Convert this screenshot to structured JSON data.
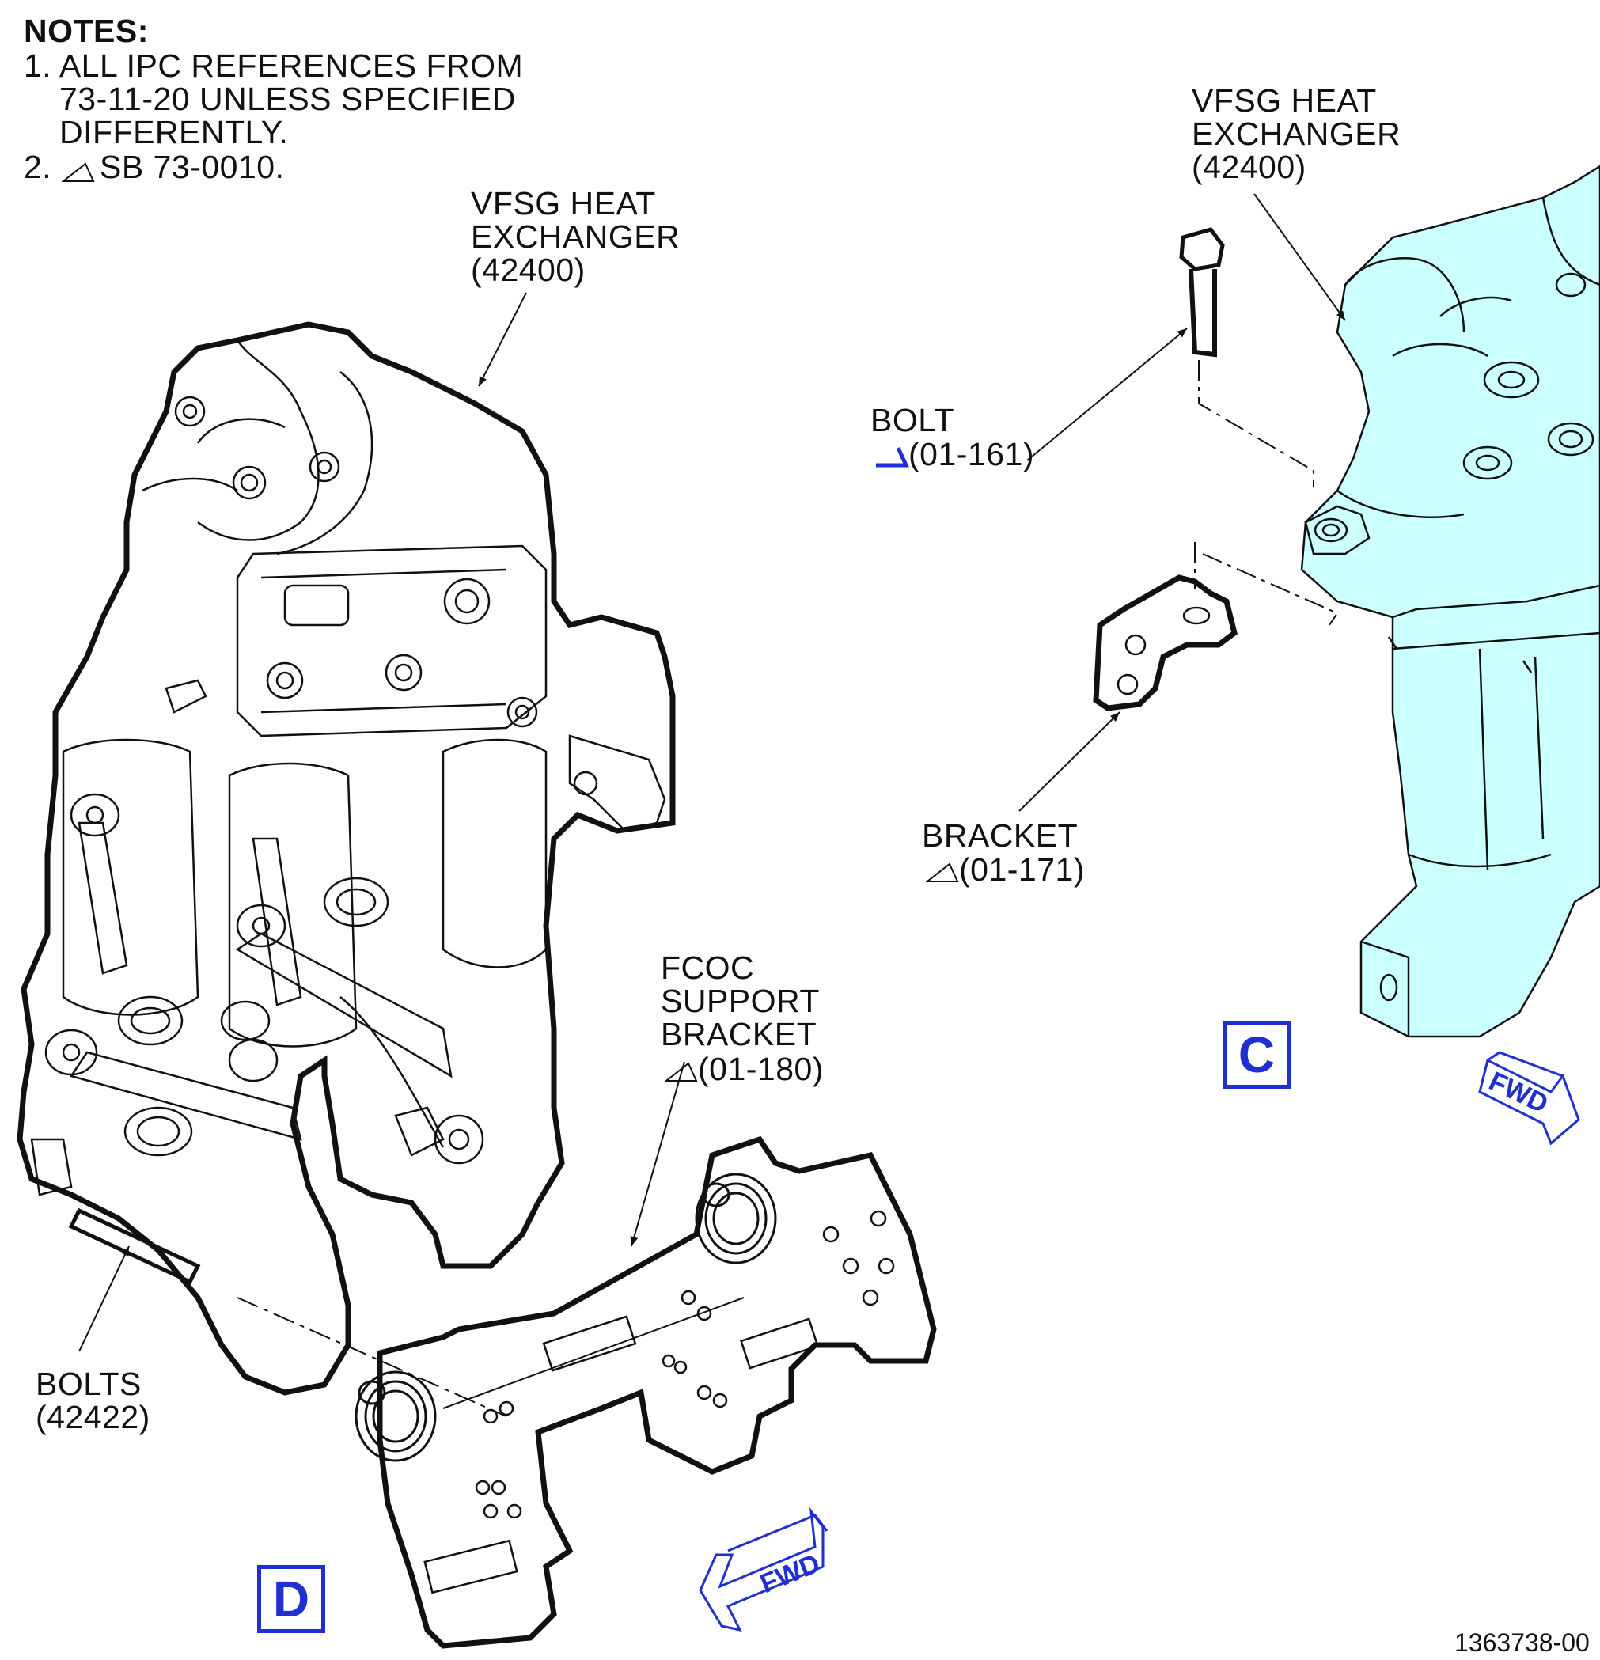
{
  "notes": {
    "heading": "NOTES:",
    "line1": "1. ALL IPC REFERENCES FROM",
    "line2": "73-11-20 UNLESS SPECIFIED",
    "line3": "DIFFERENTLY.",
    "line4_num": "2.",
    "line4_text": "SB 73-0010."
  },
  "view_d": {
    "heat_exchanger": {
      "line1": "VFSG HEAT",
      "line2": "EXCHANGER",
      "line3": "(42400)"
    },
    "bolts": {
      "line1": "BOLTS",
      "line2": "(42422)"
    },
    "fcoc": {
      "line1": "FCOC",
      "line2": "SUPPORT",
      "line3": "BRACKET",
      "line4": "(01-180)"
    },
    "view_letter": "D",
    "fwd": "FWD"
  },
  "view_c": {
    "heat_exchanger": {
      "line1": "VFSG HEAT",
      "line2": "EXCHANGER",
      "line3": "(42400)"
    },
    "bolt": {
      "line1": "BOLT",
      "line2": "(01-161)"
    },
    "bracket": {
      "line1": "BRACKET",
      "line2": "(01-171)"
    },
    "view_letter": "C",
    "fwd": "FWD"
  },
  "figure_number": "1363738-00",
  "colors": {
    "accent_blue": "#1f2fd0",
    "highlight_cyan": "#ccffff",
    "line": "#111111"
  }
}
